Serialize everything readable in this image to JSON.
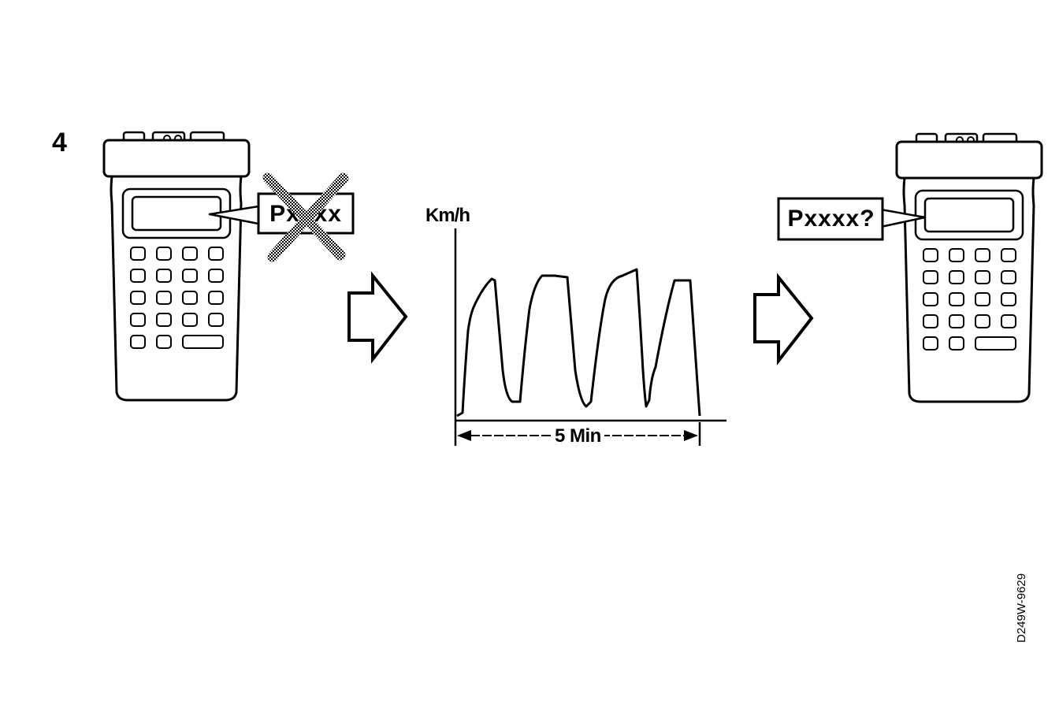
{
  "step": {
    "number": "4"
  },
  "left_tester": {
    "display_code": "Pxxxx",
    "code_crossed_out": true
  },
  "chart": {
    "y_axis_label": "Km/h",
    "duration_label": "5 Min"
  },
  "right_tester": {
    "display_code": "Pxxxx?"
  },
  "drawing_reference": "D249W-9629",
  "icons": [
    "diagnostic-tester-icon",
    "right-arrow-icon",
    "cross-out-icon"
  ],
  "colors": {
    "ink": "#000000",
    "paper": "#ffffff",
    "hatch": "#777777"
  }
}
